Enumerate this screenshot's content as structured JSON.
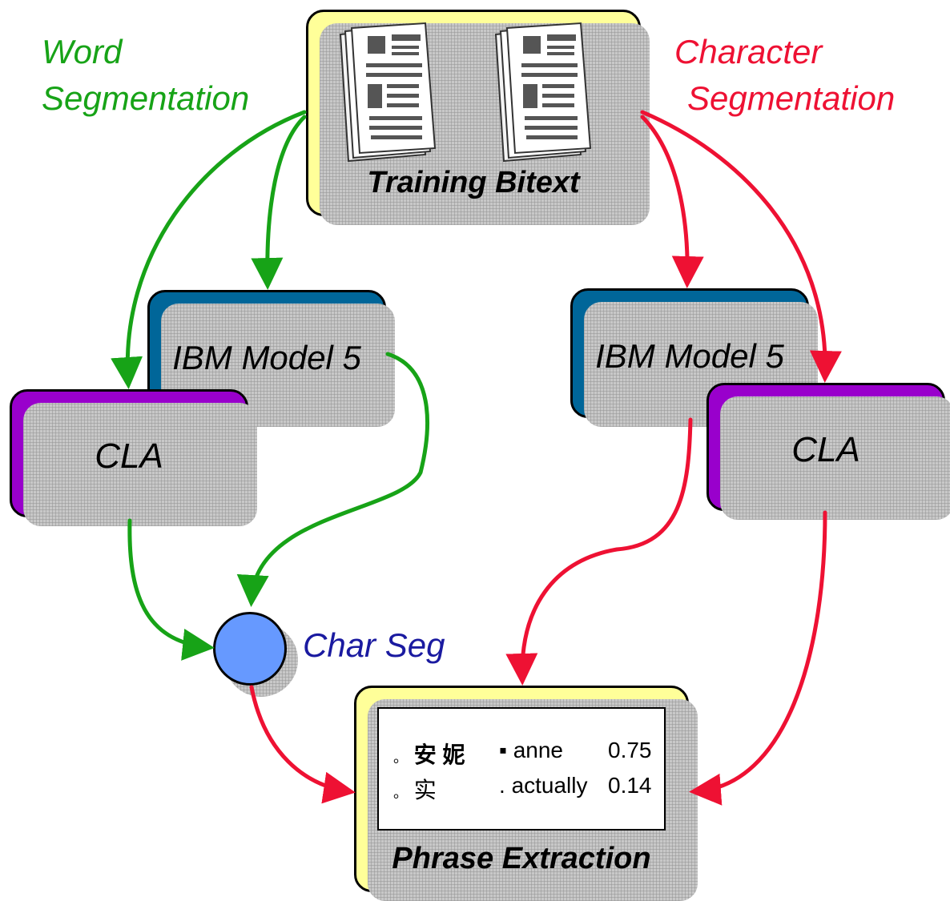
{
  "labels": {
    "word_segmentation": [
      "Word",
      "Segmentation"
    ],
    "character_segmentation": [
      "Character",
      "Segmentation"
    ],
    "char_seg": "Char Seg"
  },
  "nodes": {
    "training_bitext": "Training Bitext",
    "ibm_model_left": "IBM Model 5",
    "ibm_model_right": "IBM Model 5",
    "cla_left": "CLA",
    "cla_right": "CLA",
    "phrase_extraction": "Phrase Extraction"
  },
  "phrase_table": [
    {
      "bullet": "。",
      "source": "安 妮",
      "target_bullet": "▪",
      "target": "anne",
      "score": "0.75"
    },
    {
      "bullet": "。",
      "source": "实",
      "target_bullet": ".",
      "target": "actually",
      "score": "0.14"
    }
  ],
  "colors": {
    "green": "#17a317",
    "red": "#ee1133",
    "yellow_box": "#ffff99",
    "ibm_box": "#006699",
    "cla_box": "#9900cc",
    "char_seg_circle": "#6699ff",
    "char_seg_text": "#1a1aa0"
  },
  "icons": [
    "newspaper-icon",
    "newspaper-icon"
  ]
}
